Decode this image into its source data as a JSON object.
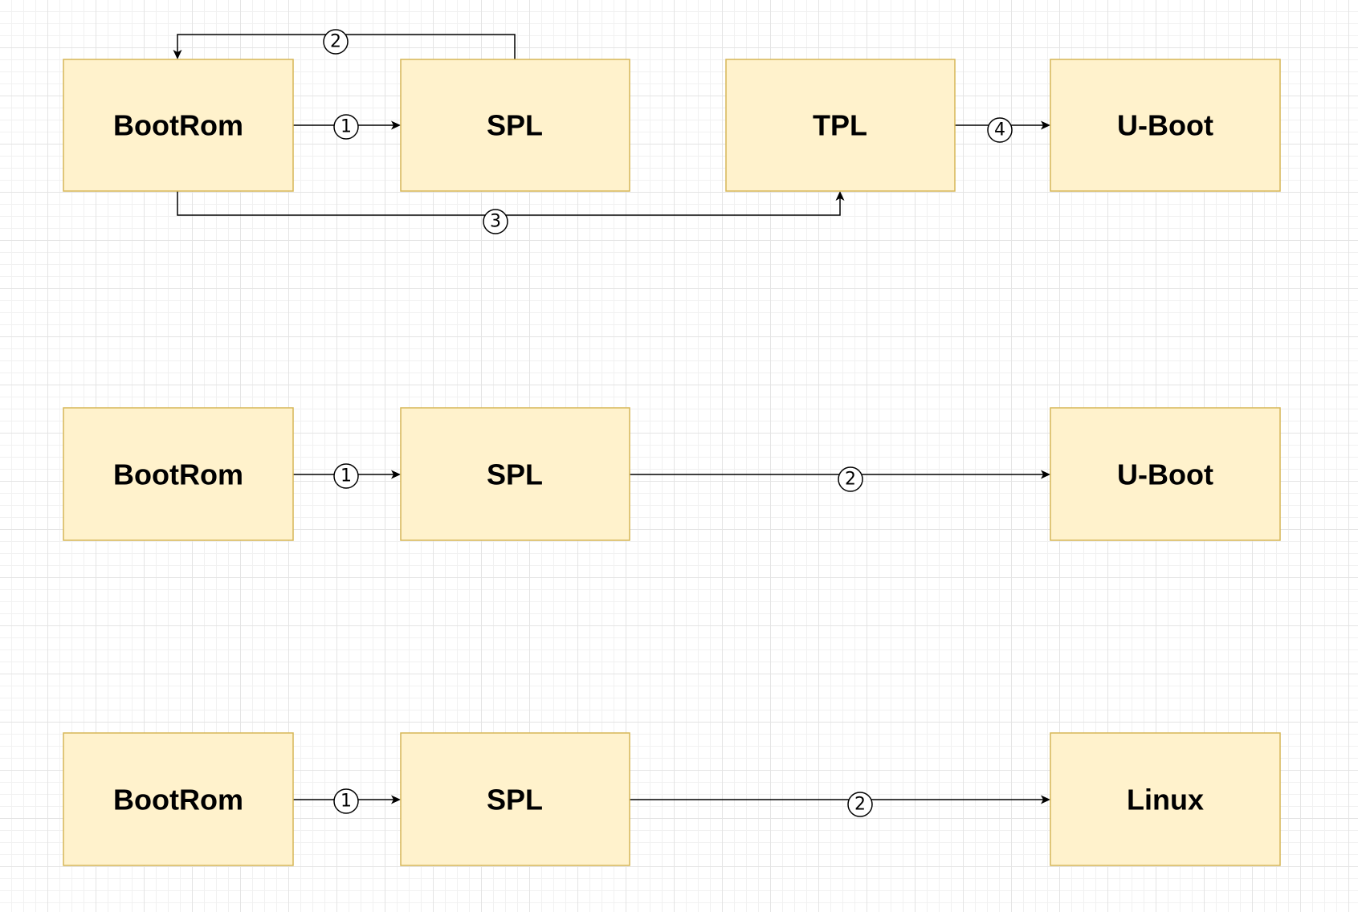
{
  "colors": {
    "node_fill": "#fff2cc",
    "node_stroke": "#d6b656",
    "edge": "#000000"
  },
  "diagrams": [
    {
      "nodes": [
        {
          "id": "bootrom",
          "label": "BootRom"
        },
        {
          "id": "spl",
          "label": "SPL"
        },
        {
          "id": "tpl",
          "label": "TPL"
        },
        {
          "id": "uboot",
          "label": "U-Boot"
        }
      ],
      "edges": [
        {
          "from": "bootrom",
          "to": "spl",
          "step": "1"
        },
        {
          "from": "spl",
          "to": "bootrom",
          "step": "2"
        },
        {
          "from": "bootrom",
          "to": "tpl",
          "step": "3"
        },
        {
          "from": "tpl",
          "to": "uboot",
          "step": "4"
        }
      ]
    },
    {
      "nodes": [
        {
          "id": "bootrom",
          "label": "BootRom"
        },
        {
          "id": "spl",
          "label": "SPL"
        },
        {
          "id": "uboot",
          "label": "U-Boot"
        }
      ],
      "edges": [
        {
          "from": "bootrom",
          "to": "spl",
          "step": "1"
        },
        {
          "from": "spl",
          "to": "uboot",
          "step": "2"
        }
      ]
    },
    {
      "nodes": [
        {
          "id": "bootrom",
          "label": "BootRom"
        },
        {
          "id": "spl",
          "label": "SPL"
        },
        {
          "id": "linux",
          "label": "Linux"
        }
      ],
      "edges": [
        {
          "from": "bootrom",
          "to": "spl",
          "step": "1"
        },
        {
          "from": "spl",
          "to": "linux",
          "step": "2"
        }
      ]
    }
  ]
}
